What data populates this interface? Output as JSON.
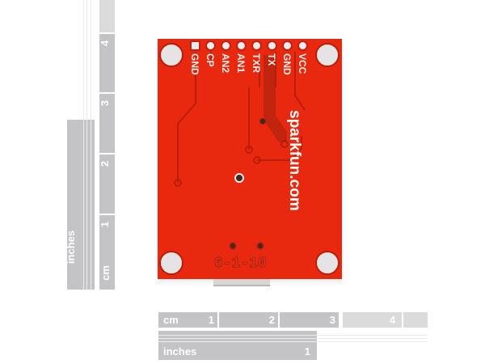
{
  "image": {
    "description": "Back side of a red SparkFun PCB breakout board photographed between two measuring rulers",
    "background_color": "#ffffff",
    "board_color": "#e8280f"
  },
  "board": {
    "pin_labels": [
      "GND",
      "CP",
      "AN2",
      "AN1",
      "TXR",
      "TX",
      "GND",
      "VCC"
    ],
    "brand_text": "sparkfun.com",
    "date_code": "6-1-10"
  },
  "ruler_vertical": {
    "cm_label": "cm",
    "cm_ticks": [
      "1",
      "2",
      "3",
      "4"
    ],
    "inches_label": "inches",
    "inches_ticks": [
      "1"
    ]
  },
  "ruler_horizontal": {
    "cm_label": "cm",
    "cm_ticks": [
      "1",
      "2",
      "3",
      "4"
    ],
    "inches_label": "inches",
    "inches_ticks": [
      "1"
    ]
  }
}
